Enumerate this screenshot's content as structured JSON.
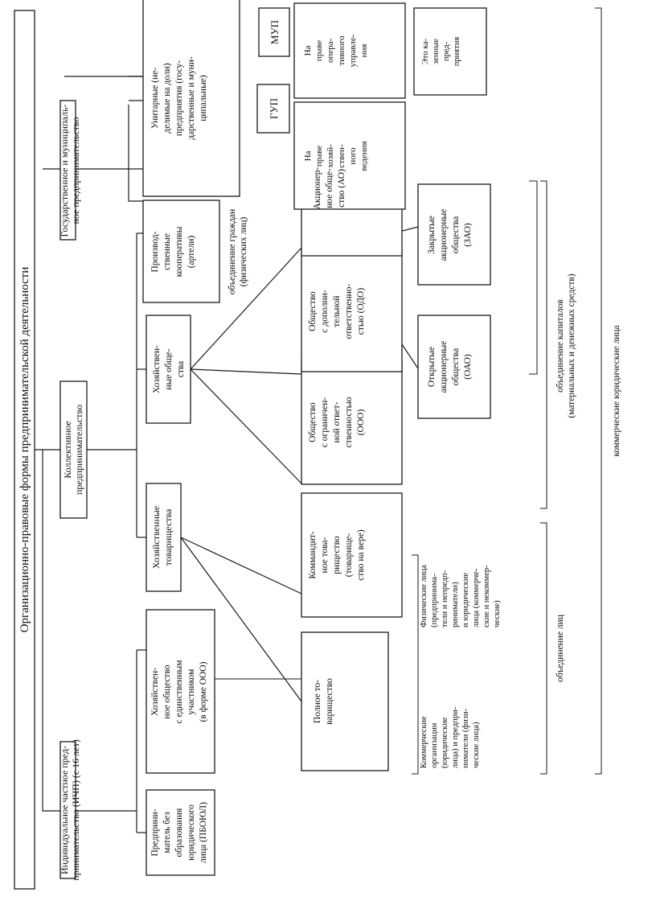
{
  "nodes": {
    "root": {
      "lines": [
        "Организационно-правовые формы предпринимательской деятельности"
      ]
    },
    "ip": {
      "lines": [
        "Индивидуальное частное пред-",
        "принимательство (ИЧП) (с 16 лет)"
      ]
    },
    "collective": {
      "lines": [
        "Коллективное",
        "предпринимательство"
      ]
    },
    "gos": {
      "lines": [
        "Государственное и муниципаль-",
        "ное предпринимательство"
      ]
    },
    "pboyul": {
      "lines": [
        "Предприни-",
        "матель без",
        "образования",
        "юридического",
        "лица (ПБОЮЛ)"
      ]
    },
    "hoz_single": {
      "lines": [
        "Хозяйствен-",
        "ное общество",
        "с единственным",
        "участником",
        "(в форме ООО)"
      ]
    },
    "partnerships": {
      "lines": [
        "Хозяйственные",
        "товарищества"
      ]
    },
    "societies": {
      "lines": [
        "Хозяйствен-",
        "ные обще-",
        "ства"
      ]
    },
    "coop": {
      "lines": [
        "Производ-",
        "ственные",
        "кооперативы",
        "(артели)"
      ]
    },
    "unitary": {
      "lines": [
        "Унитарные (не-",
        "делимые на доли)",
        "предприятия (госу-",
        "дарственные и муни-",
        "ципальные)"
      ]
    },
    "full": {
      "lines": [
        "Полное то-",
        "варищество"
      ]
    },
    "kommandit": {
      "lines": [
        "Коммандит-",
        "ное това-",
        "рищество",
        "(товарище-",
        "ство на вере)"
      ]
    },
    "ooo": {
      "lines": [
        "Общество",
        "с ограничен-",
        "ной ответ-",
        "ственностью",
        "(ООО)"
      ]
    },
    "odo": {
      "lines": [
        "Общество",
        "с дополни-",
        "тельной",
        "ответственно-",
        "стью (ОДО)"
      ]
    },
    "ao": {
      "lines": [
        "Акционер-",
        "ное обще-",
        "ство (АО)"
      ]
    },
    "oao": {
      "lines": [
        "Открытые",
        "акционерные",
        "общества",
        "(ОАО)"
      ]
    },
    "zao": {
      "lines": [
        "Закрытые",
        "акционерные",
        "общества",
        "(ЗАО)"
      ]
    },
    "gup": {
      "lines": [
        "ГУП"
      ]
    },
    "mup": {
      "lines": [
        "МУП"
      ]
    },
    "hoz_ved": {
      "lines": [
        "На",
        "праве",
        "хозяй-",
        "ствен-",
        "ного",
        "ведения"
      ]
    },
    "oper_upr": {
      "lines": [
        "На",
        "праве",
        "опера-",
        "тивного",
        "управле-",
        "ния"
      ]
    },
    "kazennye": {
      "lines": [
        "Это ка-",
        "зенные",
        "пред-",
        "приятия"
      ]
    }
  },
  "notes": {
    "full_members": {
      "lines": [
        "Коммерческие",
        "организации",
        "(юридические",
        "лица) и предпри-",
        "ниматели (физи-",
        "ческие лица)"
      ]
    },
    "komm_members": {
      "lines": [
        "Физические лица",
        "(предпринима-",
        "тели и непредп-",
        "риниматели)",
        "и юридические",
        "лица (коммерче-",
        "ские и некоммер-",
        "ческие)"
      ]
    },
    "coop_label": {
      "lines": [
        "объединение граждан",
        "(физических лиц)"
      ]
    },
    "persons": {
      "lines": [
        "объединение лиц"
      ]
    },
    "capital": {
      "lines": [
        "объединение капиталов",
        "(материальных и денежных средств)"
      ]
    },
    "commercial": {
      "lines": [
        "коммерческие юридические лица"
      ]
    }
  }
}
